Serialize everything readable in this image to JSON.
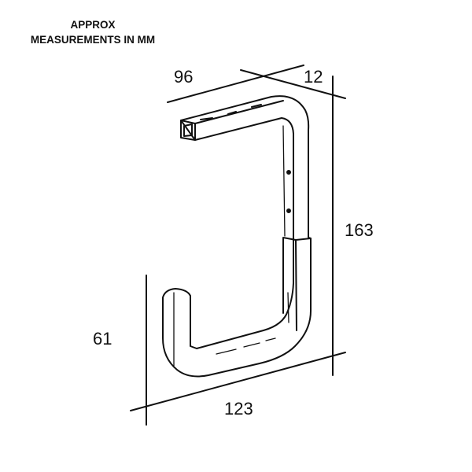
{
  "note": {
    "line1": "APPROX",
    "line2": "MEASUREMENTS IN MM"
  },
  "dimensions": {
    "depth_top": "96",
    "thickness": "12",
    "height": "163",
    "hook_height": "61",
    "depth_bottom": "123"
  },
  "colors": {
    "line": "#111111",
    "background": "#ffffff"
  }
}
